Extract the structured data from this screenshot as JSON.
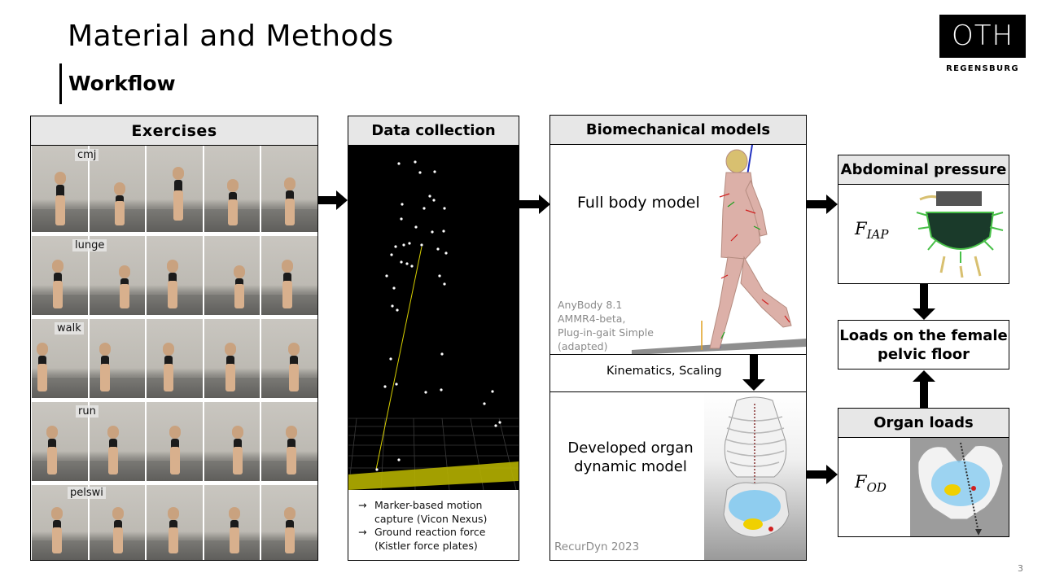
{
  "header": {
    "title": "Material and Methods",
    "subtitle": "Workflow",
    "logo_main": "OTH",
    "logo_sub": "REGENSBURG"
  },
  "exercises": {
    "title": "Exercises",
    "labels": [
      "cmj",
      "lunge",
      "walk",
      "run",
      "pelswi"
    ]
  },
  "data_collection": {
    "title": "Data collection",
    "notes": [
      "Marker-based motion capture (Vicon Nexus)",
      "Ground reaction force (Kistler force plates)"
    ],
    "arrow_glyph": "→"
  },
  "biomech": {
    "title": "Biomechanical models",
    "full_body_label": "Full body model",
    "anybody_lines": [
      "AnyBody 8.1",
      "AMMR4-beta,",
      "Plug-in-gait Simple",
      "(adapted)"
    ],
    "kinematics_label": "Kinematics, Scaling",
    "organ_model_label": "Developed organ dynamic model",
    "recurdyn": "RecurDyn 2023"
  },
  "abdominal": {
    "title": "Abdominal pressure",
    "symbol": "F",
    "subscript": "IAP"
  },
  "female_loads": {
    "text": "Loads on the female pelvic floor"
  },
  "organ_loads": {
    "title": "Organ loads",
    "symbol": "F",
    "subscript": "OD"
  },
  "page_number": "3",
  "colors": {
    "panel_header": "#e7e7e7",
    "marker_line": "#d8d000",
    "force_plate": "#b5b000"
  }
}
